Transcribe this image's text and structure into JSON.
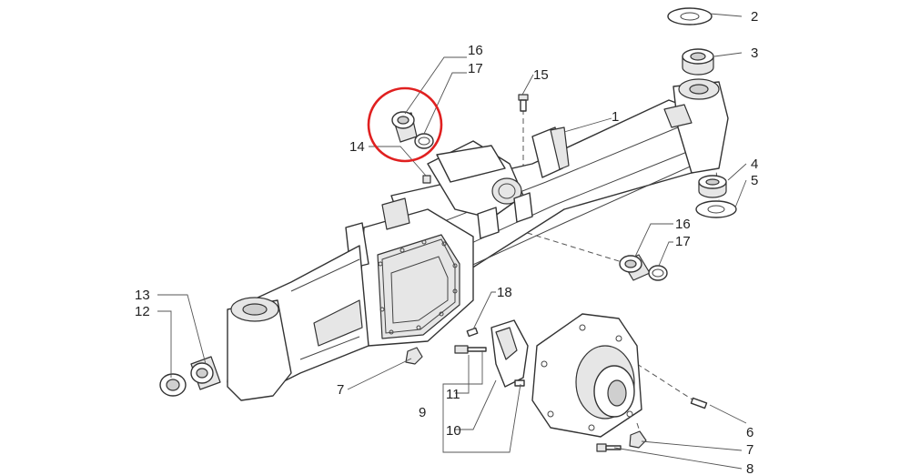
{
  "callouts": {
    "c1": "1",
    "c2": "2",
    "c3": "3",
    "c4": "4",
    "c5": "5",
    "c6": "6",
    "c7a": "7",
    "c7b": "7",
    "c8": "8",
    "c9": "9",
    "c10": "10",
    "c11": "11",
    "c12": "12",
    "c13": "13",
    "c14": "14",
    "c15": "15",
    "c16a": "16",
    "c16b": "16",
    "c17a": "17",
    "c17b": "17",
    "c18": "18"
  },
  "highlight": {
    "color": "#e02020",
    "part_numbers": [
      "16",
      "17"
    ]
  }
}
